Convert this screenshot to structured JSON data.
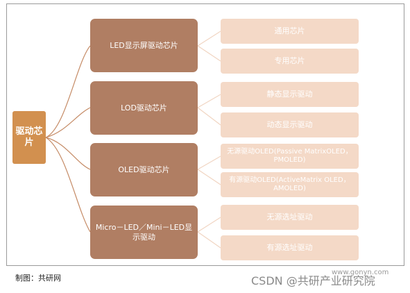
{
  "root": "驱动芯片",
  "branches": [
    {
      "label": "LED显示屏驱动芯片",
      "children": [
        "通用芯片",
        "专用芯片"
      ]
    },
    {
      "label": "LOD驱动芯片",
      "children": [
        "静态显示驱动",
        "动态显示驱动"
      ]
    },
    {
      "label": "OLED驱动芯片",
      "children": [
        "无源驱动OLED(Passive MatrixOLED，PMOLED)",
        "有源驱动OLED(ActiveMatrix OLED，AMOLED)"
      ]
    },
    {
      "label": "Micro－LED／Mini－LED显示驱动",
      "children": [
        "无源选址驱动",
        "有源选址驱动"
      ]
    }
  ],
  "footer": {
    "source": "制图：共研网"
  },
  "watermark": {
    "text": "CSDN @共研产业研究院",
    "url": "www.gonyn.com"
  },
  "colors": {
    "root": "#d2904f",
    "branch": "#b07e63",
    "leaf": "#f4d9c7",
    "connector_root": "#c58b66",
    "connector_leaf": "#f1d5c2"
  }
}
